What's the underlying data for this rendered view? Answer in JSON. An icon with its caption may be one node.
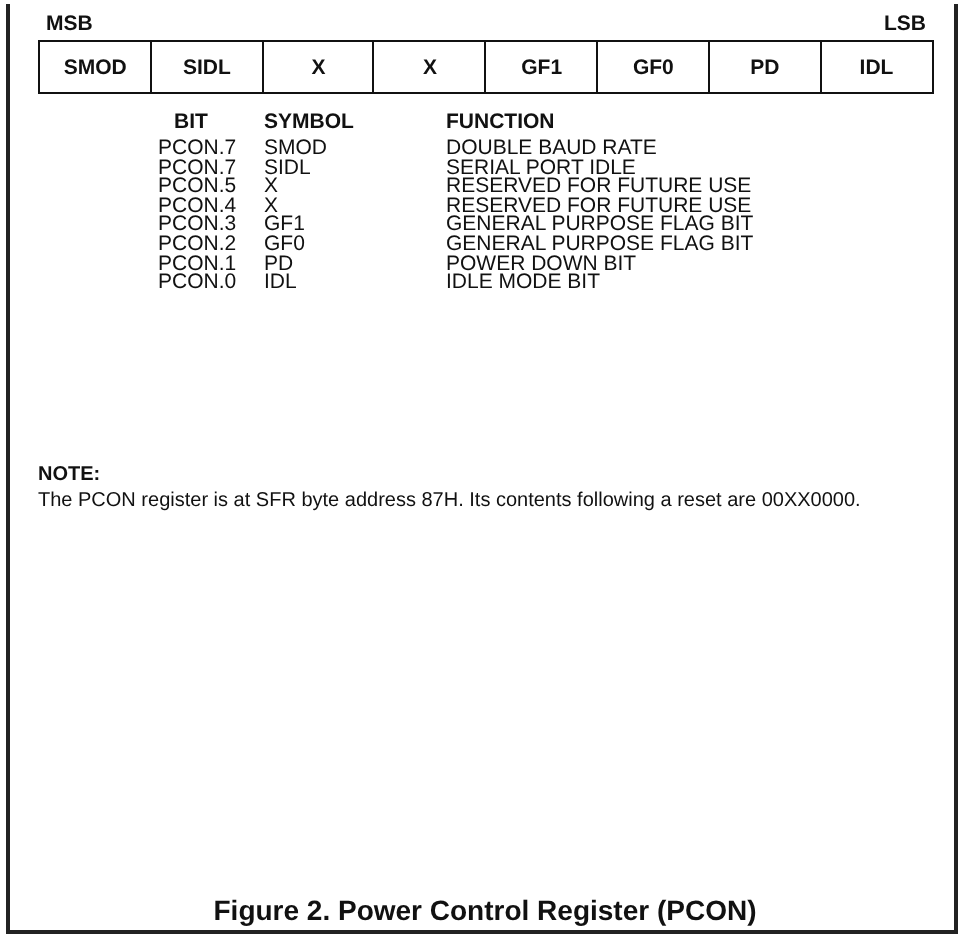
{
  "diagram": {
    "caption": "Figure 2. Power Control Register (PCON)",
    "labels": [
      "MSB",
      "LSB",
      "SMOD",
      "SIDL",
      "X",
      "X",
      "GF1",
      "GF0",
      "PD",
      "IDL",
      "BIT",
      "SYMBOL",
      "FUNCTION",
      "PCON.7",
      "SMOD",
      "DOUBLE BAUD RATE",
      "PCON.7",
      "SIDL",
      "SERIAL PORT IDLE",
      "PCON.5",
      "X",
      "RESERVED FOR FUTURE USE",
      "PCON.4",
      "X",
      "RESERVED FOR FUTURE USE",
      "PCON.3",
      "GF1",
      "GENERAL PURPOSE FLAG BIT",
      "PCON.2",
      "GF0",
      "GENERAL PURPOSE FLAG BIT",
      "PCON.1",
      "PD",
      "POWER DOWN BIT",
      "PCON.0",
      "IDL",
      "IDLE MODE BIT",
      "NOTE:",
      "The PCON register is at SFR byte address 87H. Its contents following a reset are 00XX0000."
    ]
  }
}
